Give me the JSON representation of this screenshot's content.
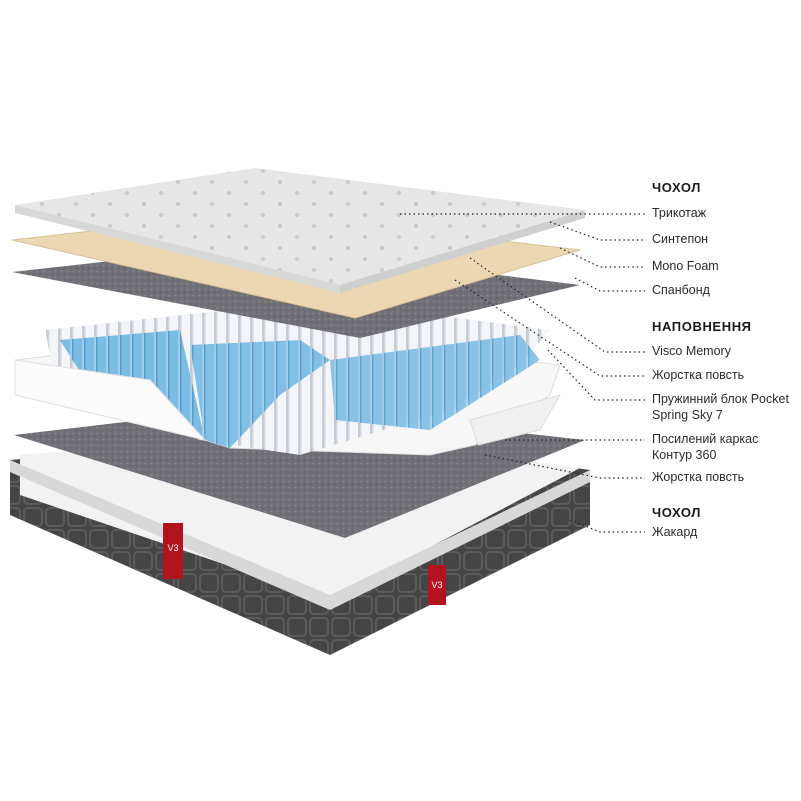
{
  "sections": [
    {
      "title": "ЧОХОЛ",
      "items": [
        "Трикотаж",
        "Синтепон",
        "Mono Foam",
        "Спанбонд"
      ]
    },
    {
      "title": "НАПОВНЕННЯ",
      "items": [
        "Visco Memory",
        "Жорстка повсть",
        "Пружинний блок Pocket",
        "Spring Sky 7",
        "Посилений каркас",
        "Контур 360",
        "Жорстка повсть"
      ]
    },
    {
      "title": "ЧОХОЛ",
      "items": [
        "Жакард"
      ]
    }
  ],
  "brand": {
    "label_mark": "V3",
    "accent_color": "#b3121f"
  },
  "colors": {
    "cover_top": "#e9e9e9",
    "foam_beige": "#ecd7b3",
    "felt": "#6d6d73",
    "spring_blue": "#6bb3e0",
    "jacquard": "#4a4a4a"
  }
}
